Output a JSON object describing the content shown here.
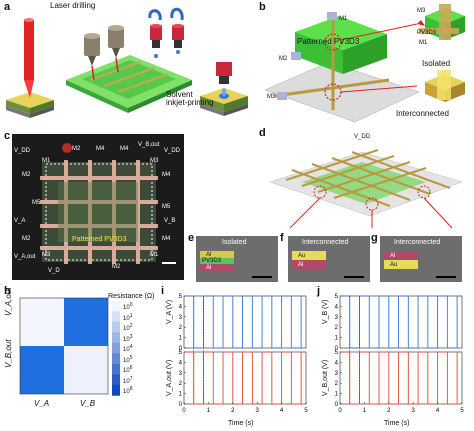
{
  "panel_labels": {
    "a": "a",
    "b": "b",
    "c": "c",
    "d": "d",
    "e": "e",
    "f": "f",
    "g": "g",
    "h": "h",
    "i": "i",
    "j": "j"
  },
  "panel_a": {
    "laser": "Laser drilling",
    "inkjet": "Solvent\ninkjet-printing"
  },
  "panel_b": {
    "patterned": "Patterned PV3D3",
    "m1": "M1",
    "m2": "M2",
    "m3": "M3",
    "pv3d3": "PV3D3",
    "m3_right": "M3",
    "m1_right": "M1",
    "isolated": "Isolated",
    "interconnected": "Interconnected"
  },
  "panel_c": {
    "patterned": "Patterned PV3D3",
    "labels": [
      "M2",
      "M4",
      "M4",
      "M2",
      "M2",
      "M4",
      "M4",
      "M2",
      "M5",
      "M5",
      "M1",
      "M3",
      "M1",
      "M3",
      "V_B,out",
      "V_A",
      "V_A,out",
      "V_B",
      "V_DD",
      "V_DD",
      "V_D"
    ]
  },
  "panel_d": {
    "vdd": "V_DD"
  },
  "panel_e": {
    "title": "Isolated",
    "layers": [
      "Al",
      "PV3D3",
      "Al"
    ]
  },
  "panel_f": {
    "title": "Interconnected",
    "layers": [
      "Au",
      "Al"
    ]
  },
  "panel_g": {
    "title": "Interconnected",
    "layers": [
      "Al",
      "Au"
    ]
  },
  "panel_h": {
    "colorbar_title": "Resistance (Ω)",
    "ticks": [
      "10^0",
      "10^1",
      "10^2",
      "10^3",
      "10^4",
      "10^5",
      "10^6",
      "10^7",
      "10^8"
    ],
    "ylabels": [
      "V_A,out",
      "V_B,out"
    ],
    "xlabels": [
      "V_A",
      "V_B"
    ],
    "colors": [
      "#f4f6fd",
      "#1f6fe0",
      "#1f6fe0",
      "#eef1fc"
    ]
  },
  "panel_i": {
    "top_ylabel": "V_A (V)",
    "bottom_ylabel": "V_A,out (V)",
    "xlabel": "Time (s)",
    "top_color": "#3b73d8",
    "bottom_color": "#e04a3a"
  },
  "panel_j": {
    "top_ylabel": "V_B (V)",
    "bottom_ylabel": "V_B,out (V)",
    "xlabel": "Time (s)",
    "top_color": "#3b73d8",
    "bottom_color": "#e04a3a"
  },
  "chart_data": [
    {
      "type": "heatmap",
      "x": [
        "V_A",
        "V_B"
      ],
      "y": [
        "V_A,out",
        "V_B,out"
      ],
      "values_log10_ohm": [
        [
          1,
          7
        ],
        [
          7,
          1
        ]
      ],
      "colorbar_range": [
        0,
        8
      ]
    },
    {
      "type": "line",
      "x": [
        0,
        0.4,
        0.4,
        0.8,
        0.8,
        1.2,
        1.2,
        1.6,
        1.6,
        2.0,
        2.0,
        2.4,
        2.4,
        2.8,
        2.8,
        3.2,
        3.2,
        3.6,
        3.6,
        4.0,
        4.0,
        4.4,
        4.4,
        4.8,
        4.8,
        5.0
      ],
      "series": [
        {
          "values": [
            5,
            5,
            0,
            0,
            5,
            5,
            0,
            0,
            5,
            5,
            0,
            0,
            5,
            5,
            0,
            0,
            5,
            5,
            0,
            0,
            5,
            5,
            0,
            0,
            5,
            5
          ]
        },
        {
          "values": [
            5,
            5,
            0,
            0,
            5,
            5,
            0,
            0,
            5,
            5,
            0,
            0,
            5,
            5,
            0,
            0,
            5,
            5,
            0,
            0,
            5,
            5,
            0,
            0,
            5,
            5
          ]
        }
      ],
      "xlim": [
        0,
        5
      ],
      "ylim": [
        0,
        5
      ],
      "xticks": [
        0,
        1,
        2,
        3,
        4,
        5
      ],
      "yticks": [
        0,
        1,
        2,
        3,
        4,
        5
      ]
    },
    {
      "type": "line",
      "x": [
        0,
        0.4,
        0.4,
        0.8,
        0.8,
        1.2,
        1.2,
        1.6,
        1.6,
        2.0,
        2.0,
        2.4,
        2.4,
        2.8,
        2.8,
        3.2,
        3.2,
        3.6,
        3.6,
        4.0,
        4.0,
        4.4,
        4.4,
        4.8,
        4.8,
        5.0
      ],
      "series": [
        {
          "values": [
            5,
            5,
            0,
            0,
            5,
            5,
            0,
            0,
            5,
            5,
            0,
            0,
            5,
            5,
            0,
            0,
            5,
            5,
            0,
            0,
            5,
            5,
            0,
            0,
            5,
            5
          ]
        },
        {
          "values": [
            5,
            5,
            0,
            0,
            5,
            5,
            0,
            0,
            5,
            5,
            0,
            0,
            5,
            5,
            0,
            0,
            5,
            5,
            0,
            0,
            5,
            5,
            0,
            0,
            5,
            5
          ]
        }
      ],
      "xlim": [
        0,
        5
      ],
      "ylim": [
        0,
        5
      ],
      "xticks": [
        0,
        1,
        2,
        3,
        4,
        5
      ],
      "yticks": [
        0,
        1,
        2,
        3,
        4,
        5
      ]
    }
  ]
}
